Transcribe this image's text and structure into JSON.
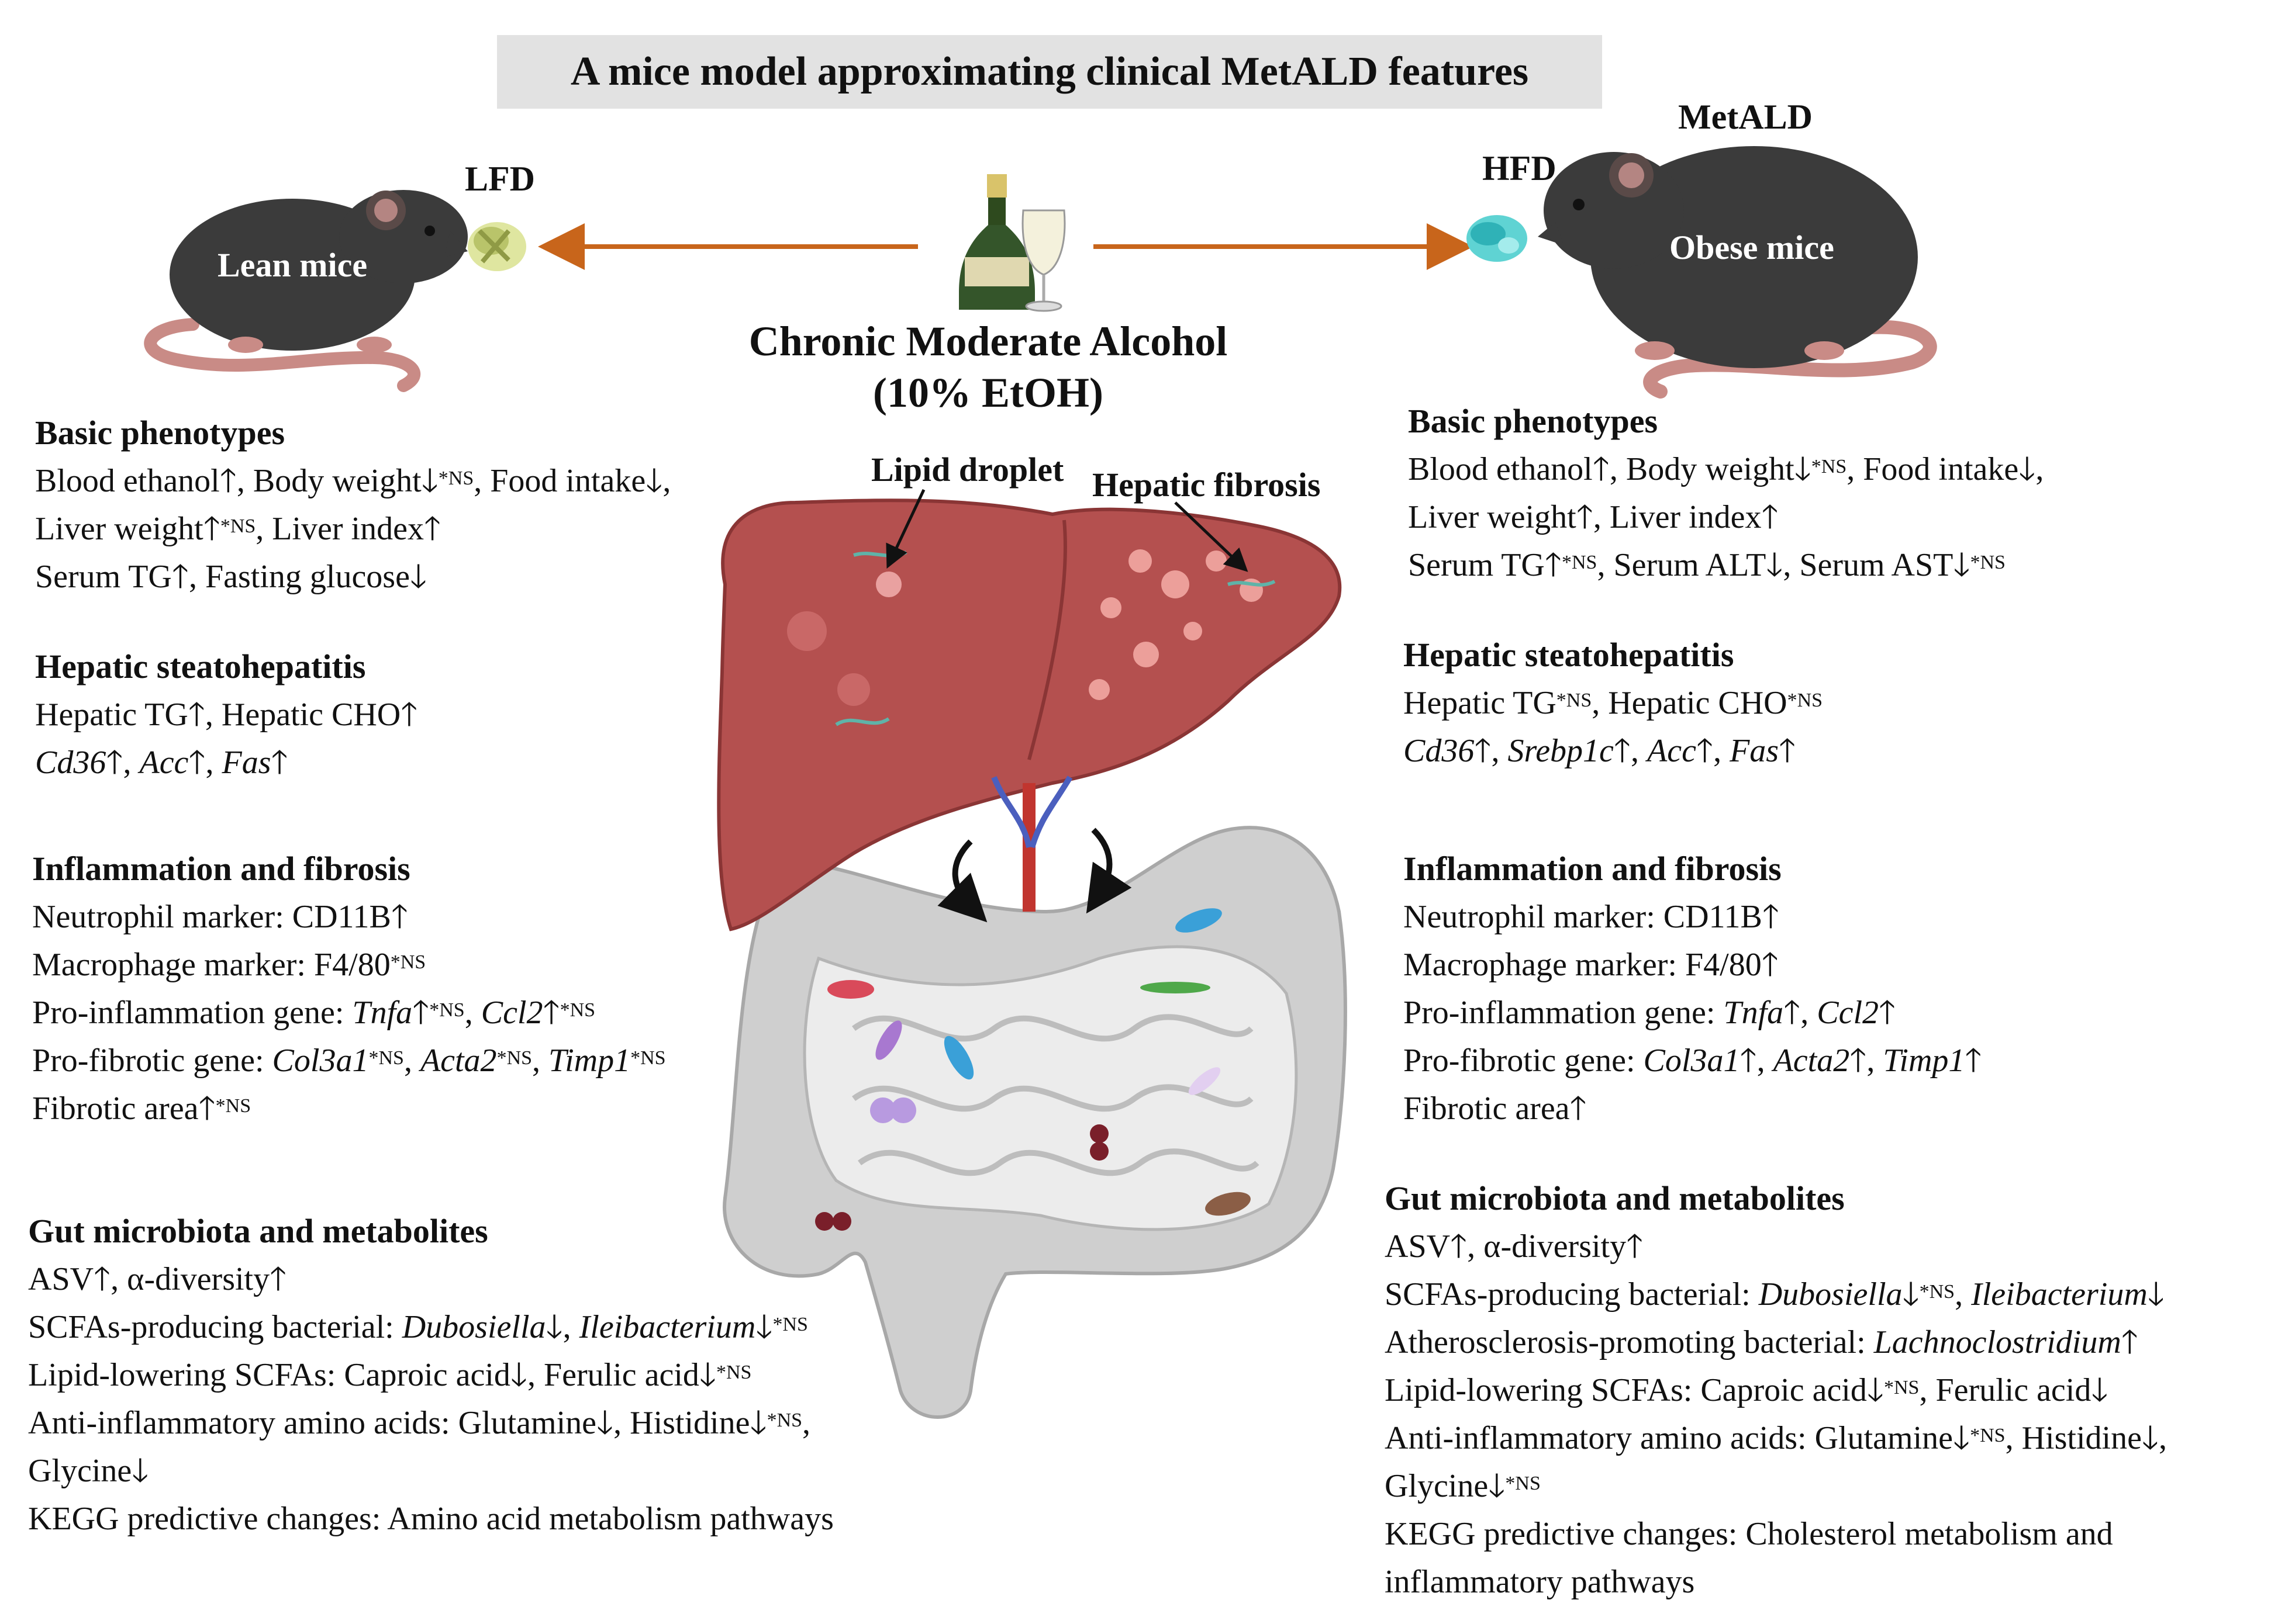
{
  "title": "A mice model approximating clinical MetALD features",
  "labels": {
    "lfd": "LFD",
    "hfd": "HFD",
    "metald": "MetALD",
    "lean_mice": "Lean mice",
    "obese_mice": "Obese mice",
    "alcohol_line1": "Chronic Moderate Alcohol",
    "alcohol_line2": "(10% EtOH)",
    "lipid_droplet": "Lipid droplet",
    "hepatic_fibrosis": "Hepatic fibrosis"
  },
  "symbols": {
    "up": "🡑",
    "down": "🡓",
    "ns": "*NS"
  },
  "left": {
    "basic": {
      "heading": "Basic phenotypes",
      "blood_ethanol": "Blood ethanol",
      "body_weight": ", Body weight",
      "food_intake": ", Food intake",
      "comma": ",",
      "liver_weight": "Liver weight",
      "liver_index": ", Liver index",
      "serum_tg": "Serum TG",
      "fasting_glucose": ", Fasting glucose"
    },
    "steato": {
      "heading": "Hepatic steatohepatitis",
      "hepatic_tg": "Hepatic TG",
      "hepatic_cho": ", Hepatic CHO",
      "cd36": "Cd36",
      "acc": "Acc",
      "fas": "Fas",
      "sep": ", "
    },
    "inflam": {
      "heading": "Inflammation and fibrosis",
      "neutrophil": "Neutrophil marker: CD11B",
      "macrophage": "Macrophage marker: F4/80",
      "pro_inflam": "Pro-inflammation gene: ",
      "tnfa": "Tnfa",
      "ccl2": "Ccl2",
      "sep": ", ",
      "pro_fib": "Pro-fibrotic gene: ",
      "col3a1": "Col3a1",
      "acta2": "Acta2",
      "timp1": "Timp1",
      "fibrotic_area": "Fibrotic area"
    },
    "gut": {
      "heading": "Gut microbiota and metabolites",
      "asv": "ASV",
      "alpha": ", α-diversity",
      "scfa_prod": "SCFAs-producing bacterial: ",
      "dubosiella": "Dubosiella",
      "ileibacterium": "Ileibacterium",
      "sep": ", ",
      "lipid_lowering": "Lipid-lowering SCFAs: Caproic acid",
      "ferulic": ", Ferulic acid",
      "anti_inflam": "Anti-inflammatory amino acids: Glutamine",
      "histidine": ", Histidine",
      "comma": ",",
      "glycine": "Glycine",
      "kegg": "KEGG predictive changes: Amino acid metabolism pathways"
    }
  },
  "right": {
    "basic": {
      "heading": "Basic phenotypes",
      "blood_ethanol": "Blood ethanol",
      "body_weight": ", Body weight",
      "food_intake": ", Food intake",
      "comma": ",",
      "liver_weight": "Liver weight",
      "liver_index": ", Liver index",
      "serum_tg": "Serum TG",
      "serum_alt": ", Serum ALT",
      "serum_ast": ", Serum AST"
    },
    "steato": {
      "heading": "Hepatic steatohepatitis",
      "hepatic_tg": "Hepatic TG",
      "hepatic_cho": ", Hepatic CHO",
      "cd36": "Cd36",
      "srebp1c": "Srebp1c",
      "acc": "Acc",
      "fas": "Fas",
      "sep": ", "
    },
    "inflam": {
      "heading": "Inflammation and fibrosis",
      "neutrophil": "Neutrophil marker: CD11B",
      "macrophage": "Macrophage marker: F4/80",
      "pro_inflam": "Pro-inflammation gene: ",
      "tnfa": "Tnfa",
      "ccl2": "Ccl2",
      "sep": ", ",
      "pro_fib": "Pro-fibrotic gene: ",
      "col3a1": "Col3a1",
      "acta2": "Acta2",
      "timp1": "Timp1",
      "fibrotic_area": "Fibrotic area"
    },
    "gut": {
      "heading": "Gut microbiota and metabolites",
      "asv": "ASV",
      "alpha": ", α-diversity",
      "scfa_prod": "SCFAs-producing bacterial: ",
      "dubosiella": "Dubosiella",
      "ileibacterium": "Ileibacterium",
      "sep": ", ",
      "athero": "Atherosclerosis-promoting bacterial: ",
      "lachno": "Lachnoclostridium",
      "lipid_lowering": "Lipid-lowering SCFAs: Caproic acid",
      "ferulic": ",  Ferulic acid",
      "anti_inflam": "Anti-inflammatory amino acids: Glutamine",
      "histidine": ", Histidine",
      "comma": ",",
      "glycine": "Glycine",
      "kegg1": "KEGG predictive changes: Cholesterol metabolism and",
      "kegg2": "inflammatory pathways"
    }
  },
  "colors": {
    "title_bg": "#e2e2e2",
    "arrow": "#c8651b",
    "mouse": "#3b3b3b",
    "tail": "#c98b86",
    "liver": "#b4504f",
    "intestine": "#cfcfcf"
  },
  "icons": [
    "lean-mouse-icon",
    "obese-mouse-icon",
    "low-fat-diet-pellet-icon",
    "high-fat-diet-pellet-icon",
    "champagne-bottle-icon",
    "wine-glass-icon",
    "liver-icon",
    "intestine-icon",
    "bacteria-icon"
  ]
}
